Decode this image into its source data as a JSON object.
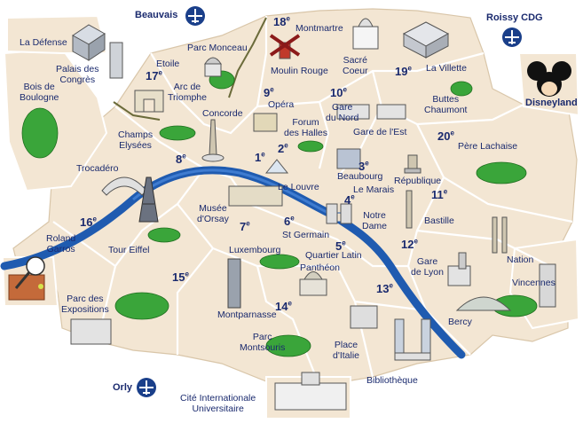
{
  "airports": {
    "beauvais": "Beauvais",
    "roissy": "Roissy CDG",
    "orly": "Orly",
    "disneyland": "Disneyland"
  },
  "arrondissements": [
    {
      "num": "1",
      "suffix": "e"
    },
    {
      "num": "2",
      "suffix": "e"
    },
    {
      "num": "3",
      "suffix": "e"
    },
    {
      "num": "4",
      "suffix": "e"
    },
    {
      "num": "5",
      "suffix": "e"
    },
    {
      "num": "6",
      "suffix": "e"
    },
    {
      "num": "7",
      "suffix": "e"
    },
    {
      "num": "8",
      "suffix": "e"
    },
    {
      "num": "9",
      "suffix": "e"
    },
    {
      "num": "10",
      "suffix": "e"
    },
    {
      "num": "11",
      "suffix": "e"
    },
    {
      "num": "12",
      "suffix": "e"
    },
    {
      "num": "13",
      "suffix": "e"
    },
    {
      "num": "14",
      "suffix": "e"
    },
    {
      "num": "15",
      "suffix": "e"
    },
    {
      "num": "16",
      "suffix": "e"
    },
    {
      "num": "17",
      "suffix": "e"
    },
    {
      "num": "18",
      "suffix": "e"
    },
    {
      "num": "19",
      "suffix": "e"
    },
    {
      "num": "20",
      "suffix": "e"
    }
  ],
  "places": {
    "la_defense": "La Défense",
    "palais_des_congres": "Palais des\nCongrès",
    "bois_de_boulogne": "Bois de\nBoulogne",
    "etoile": "Etoile",
    "parc_monceau": "Parc Monceau",
    "montmartre": "Montmartre",
    "sacre_coeur": "Sacré\nCoeur",
    "moulin_rouge": "Moulin Rouge",
    "la_villette": "La Villette",
    "arc_de_triomphe": "Arc de\nTriomphe",
    "opera": "Opéra",
    "gare_du_nord": "Gare\ndu Nord",
    "buttes_chaumont": "Buttes\nChaumont",
    "concorde": "Concorde",
    "forum_des_halles": "Forum\ndes Halles",
    "gare_de_l_est": "Gare de l'Est",
    "champs_elysees": "Champs\nElysées",
    "pere_lachaise": "Père Lachaise",
    "trocadero": "Trocadéro",
    "beaubourg": "Beaubourg",
    "republique": "République",
    "le_louvre": "Le Louvre",
    "le_marais": "Le Marais",
    "musee_d_orsay": "Musée\nd'Orsay",
    "notre_dame": "Notre\nDame",
    "bastille": "Bastille",
    "st_germain": "St Germain",
    "roland_garros": "Roland\nGarros",
    "tour_eiffel": "Tour Eiffel",
    "luxembourg": "Luxembourg",
    "quartier_latin": "Quartier Latin",
    "pantheon": "Panthéon",
    "nation": "Nation",
    "gare_de_lyon": "Gare\nde Lyon",
    "vincennes": "Vincennes",
    "parc_des_expositions": "Parc des\nExpositions",
    "montparnasse": "Montparnasse",
    "bercy": "Bercy",
    "parc_montsouris": "Parc\nMontsouris",
    "place_d_italie": "Place\nd'Italie",
    "bibliotheque": "Bibliothèque",
    "cite_universitaire": "Cité Internationale\nUniversitaire"
  },
  "colors": {
    "land": "#f3e6d3",
    "border": "#ffffff",
    "seine": "#1f5bb0",
    "canal": "#2a66b8",
    "park": "#3aa53a",
    "text": "#1a2a6e"
  }
}
